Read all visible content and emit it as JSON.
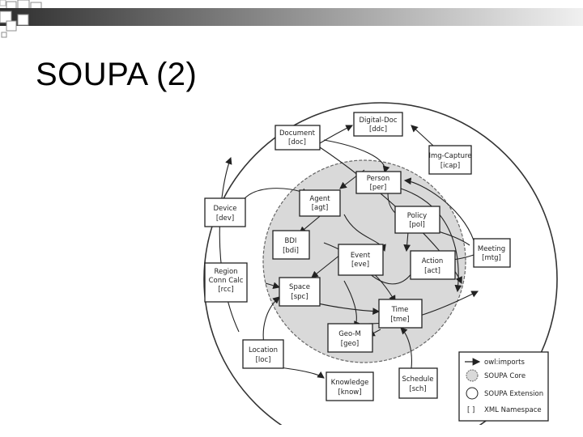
{
  "slide": {
    "title": "SOUPA (2)"
  },
  "nodes": {
    "digital_doc": {
      "name": "Digital-Doc",
      "ns": "[ddc]"
    },
    "document": {
      "name": "Document",
      "ns": "[doc]"
    },
    "img_capture": {
      "name": "Img-Capture",
      "ns": "[icap]"
    },
    "person": {
      "name": "Person",
      "ns": "[per]"
    },
    "agent": {
      "name": "Agent",
      "ns": "[agt]"
    },
    "device": {
      "name": "Device",
      "ns": "[dev]"
    },
    "policy": {
      "name": "Policy",
      "ns": "[pol]"
    },
    "meeting": {
      "name": "Meeting",
      "ns": "[mtg]"
    },
    "bdi": {
      "name": "BDI",
      "ns": "[bdi]"
    },
    "event": {
      "name": "Event",
      "ns": "[eve]"
    },
    "action": {
      "name": "Action",
      "ns": "[act]"
    },
    "region_conn_calc": {
      "name_line1": "Region",
      "name_line2": "Conn Calc",
      "ns": "[rcc]"
    },
    "space": {
      "name": "Space",
      "ns": "[spc]"
    },
    "time": {
      "name": "Time",
      "ns": "[tme]"
    },
    "geo_m": {
      "name": "Geo-M",
      "ns": "[geo]"
    },
    "location": {
      "name": "Location",
      "ns": "[loc]"
    },
    "schedule": {
      "name": "Schedule",
      "ns": "[sch]"
    },
    "knowledge": {
      "name": "Knowledge",
      "ns": "[know]"
    }
  },
  "legend": {
    "imports": "owl:imports",
    "core": "SOUPA Core",
    "extension": "SOUPA Extension",
    "namespace_symbol": "[ ]",
    "namespace": "XML Namespace"
  },
  "colors": {
    "core_fill": "#d9d9d9",
    "line": "#222222",
    "background": "#ffffff"
  }
}
